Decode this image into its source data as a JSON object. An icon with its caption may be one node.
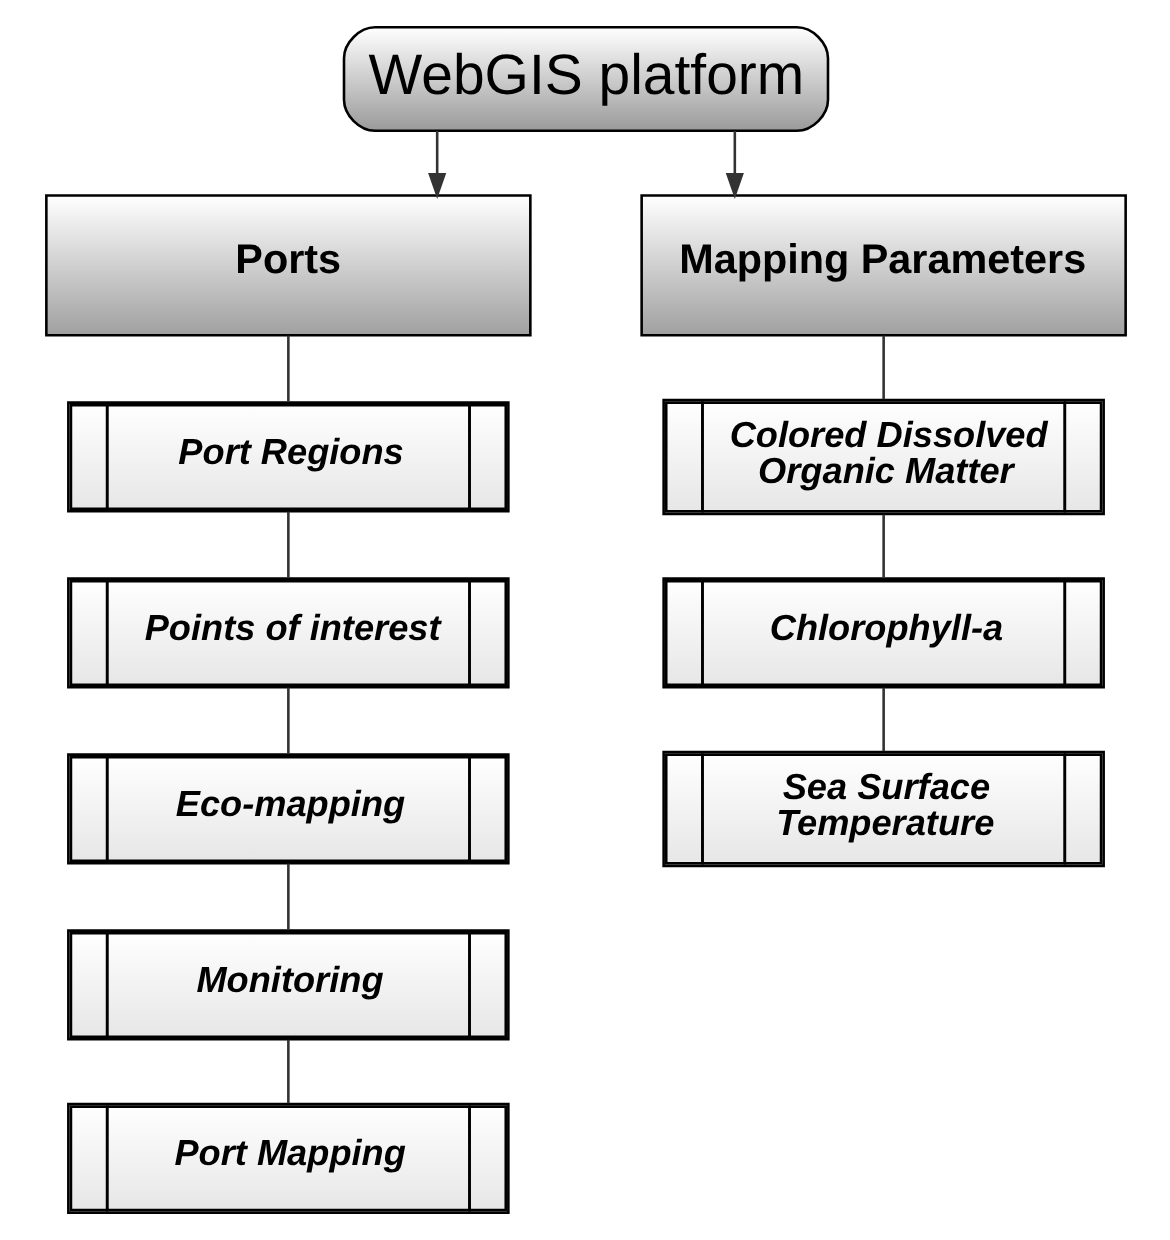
{
  "diagram": {
    "nodes": [
      {
        "text": [
          "WebGIS platform"
        ]
      },
      {
        "text": [
          "Ports"
        ]
      },
      {
        "text": [
          "Mapping Parameters"
        ]
      },
      {
        "text": [
          "Port Regions"
        ]
      },
      {
        "text": [
          "Points of interest"
        ]
      },
      {
        "text": [
          "Eco-mapping"
        ]
      },
      {
        "text": [
          "Monitoring"
        ]
      },
      {
        "text": [
          "Port Mapping"
        ]
      },
      {
        "text": [
          "Colored Dissolved Organic Matter"
        ]
      },
      {
        "text": [
          "Chlorophyll-a"
        ]
      },
      {
        "text": [
          "Sea Surface Temperature"
        ]
      }
    ],
    "edges": [
      {
        "from": 0,
        "to": 1,
        "arrow": "to"
      },
      {
        "from": 0,
        "to": 2,
        "arrow": "to"
      },
      {
        "from": 1,
        "to": 3,
        "arrow": "none"
      },
      {
        "from": 3,
        "to": 4,
        "arrow": "none"
      },
      {
        "from": 4,
        "to": 5,
        "arrow": "none"
      },
      {
        "from": 5,
        "to": 6,
        "arrow": "none"
      },
      {
        "from": 6,
        "to": 7,
        "arrow": "none"
      },
      {
        "from": 2,
        "to": 8,
        "arrow": "none"
      },
      {
        "from": 8,
        "to": 9,
        "arrow": "none"
      },
      {
        "from": 9,
        "to": 10,
        "arrow": "none"
      }
    ]
  }
}
